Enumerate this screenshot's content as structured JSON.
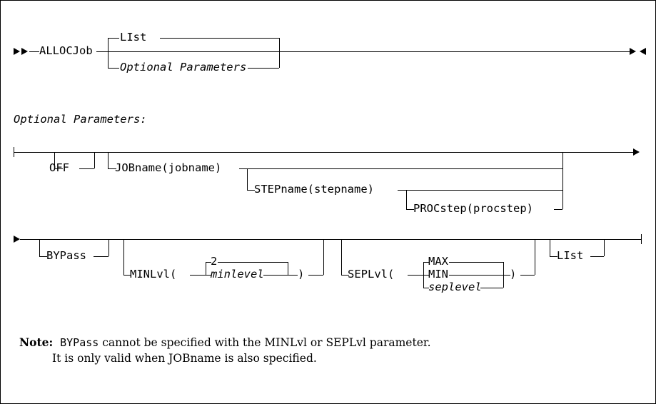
{
  "diagram": {
    "type": "railroad-syntax-diagram",
    "command": "ALLOCJob",
    "rows": [
      {
        "id": "main",
        "start_marker": "►►",
        "end_marker": "►◄",
        "keyword": "ALLOCJob",
        "alternatives": [
          {
            "label": "LIst",
            "style": "default",
            "position": "above"
          },
          {
            "label": "",
            "style": "empty",
            "position": "line"
          },
          {
            "label": "Optional Parameters",
            "style": "italic-fragment",
            "position": "below"
          }
        ]
      },
      {
        "id": "optional-1",
        "start_marker": "tick",
        "end_marker": "arrow",
        "items": [
          {
            "label": "OFF",
            "position": "below"
          },
          {
            "label": "JOBname(",
            "arg": "jobname",
            "close": ")",
            "position": "below"
          },
          {
            "label": "STEPname(",
            "arg": "stepname",
            "close": ")",
            "position": "below"
          },
          {
            "label": "PROCstep(",
            "arg": "procstep",
            "close": ")",
            "position": "below"
          }
        ]
      },
      {
        "id": "optional-2",
        "start_marker": "arrow",
        "end_marker": "tick",
        "items": [
          {
            "label": "BYPass",
            "position": "below"
          },
          {
            "label": "MINLvl(",
            "close": ")",
            "choices": [
              {
                "label": "2",
                "style": "default",
                "position": "above"
              },
              {
                "label": "minlevel",
                "style": "italic",
                "position": "line"
              }
            ]
          },
          {
            "label": "SEPLvl(",
            "close": ")",
            "choices": [
              {
                "label": "MAX",
                "style": "default",
                "position": "above"
              },
              {
                "label": "MIN",
                "style": "plain",
                "position": "line"
              },
              {
                "label": "seplevel",
                "style": "italic",
                "position": "below"
              }
            ]
          },
          {
            "label": "LIst",
            "position": "below"
          }
        ]
      }
    ],
    "fragment_heading": "Optional Parameters:",
    "labels": {
      "alloc_job": "ALLOCJob",
      "list_1": "LIst",
      "optional_parameters_fragment": "Optional Parameters",
      "off": "OFF",
      "jobname_open": "JOBname(",
      "jobname_arg": "jobname",
      "jobname_close": ")",
      "stepname_open": "STEPname(",
      "stepname_arg": "stepname",
      "stepname_close": ")",
      "procstep_open": "PROCstep(",
      "procstep_arg": "procstep",
      "procstep_close": ")",
      "bypass": "BYPass",
      "minlvl_open": "MINLvl(",
      "minlvl_default": "2",
      "minlvl_arg": "minlevel",
      "minlvl_close": ")",
      "seplvl_open": "SEPLvl(",
      "seplvl_max": "MAX",
      "seplvl_min": "MIN",
      "seplvl_arg": "seplevel",
      "seplvl_close": ")",
      "list_2": "LIst"
    }
  },
  "note": {
    "label": "Note:",
    "mono_term": "BYPass",
    "line1_rest": " cannot be specified with the MINLvl or SEPLvl parameter.",
    "line2": "It is only valid when JOBname is also specified."
  },
  "colors": {
    "rail": "#000000",
    "text": "#000000",
    "background": "#ffffff",
    "border": "#000000"
  }
}
